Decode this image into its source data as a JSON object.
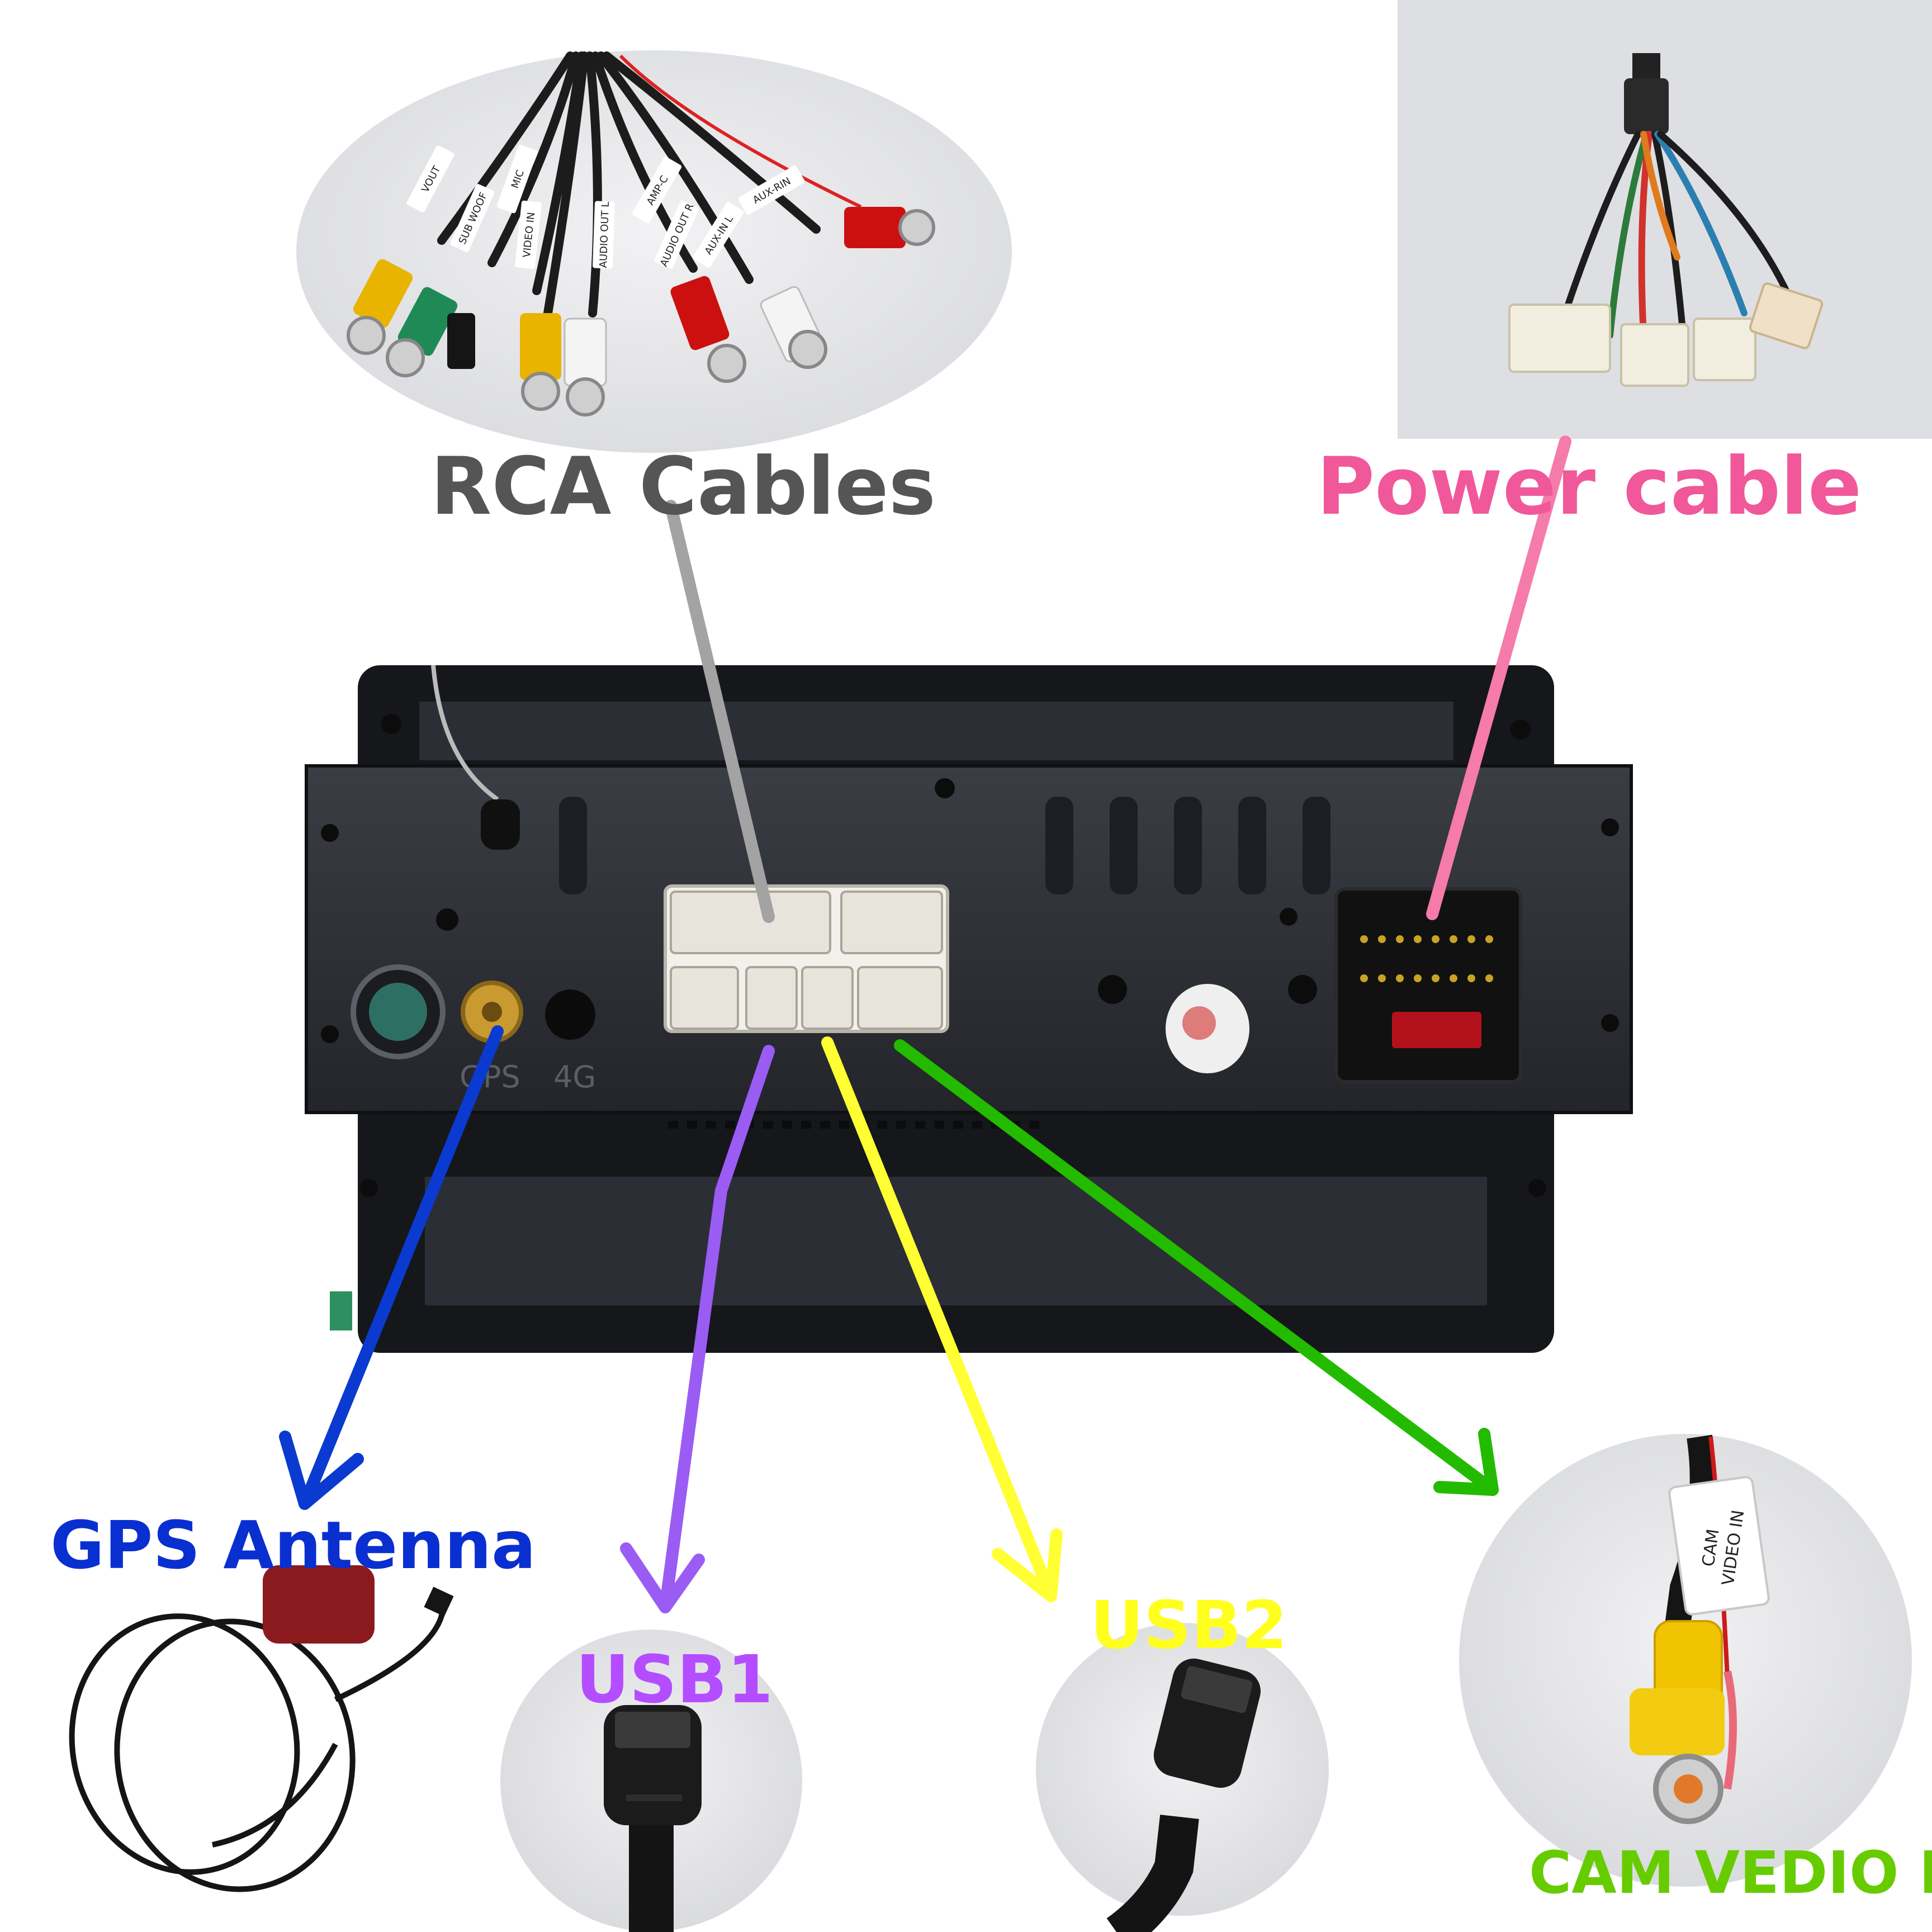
{
  "labels": {
    "rca": "RCA Cables",
    "power": "Power cable",
    "gps": "GPS Antenna",
    "usb1": "USB1",
    "usb2": "USB2",
    "cam": "CAM VEDIO IN"
  },
  "rca_tags": [
    "VOUT",
    "SUB WOOF",
    "MIC",
    "VIDEO IN",
    "AUDIO OUT L",
    "AMP-C",
    "AUDIO OUT R",
    "AUX-IN L",
    "AUX-RIN"
  ],
  "cam_tag": [
    "CAM",
    "VIDEO IN"
  ],
  "unit_port_labels": {
    "gps": "GPS",
    "fourg": "4G"
  },
  "colors": {
    "rca": "#555555",
    "power": "#f0589a",
    "gps": "#0a2fd0",
    "usb1": "#b44dff",
    "usb2": "#ffff1e",
    "cam": "#66cc00",
    "arrow_rca": "#a3a3a3",
    "arrow_power": "#f57bab",
    "arrow_gps": "#0a3ad0",
    "arrow_usb1": "#9b5cf4",
    "arrow_usb2": "#ffff33",
    "arrow_cam": "#22bb00"
  }
}
